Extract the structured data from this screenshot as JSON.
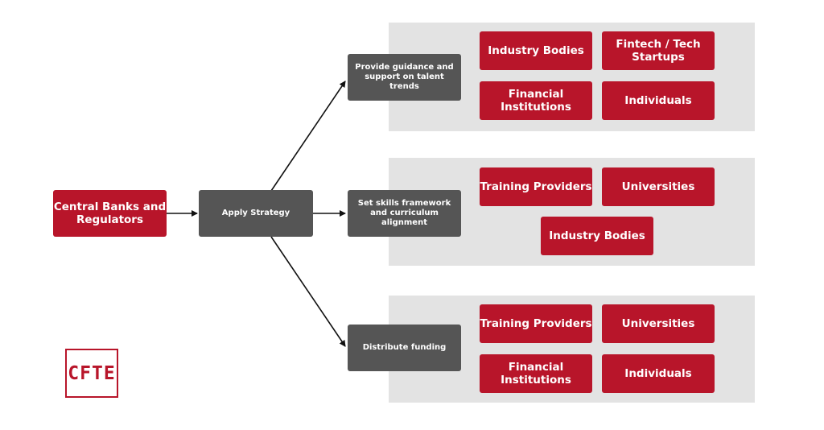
{
  "colors": {
    "accent": "#b8152a",
    "step": "#555555",
    "panel": "#e3e3e3"
  },
  "logo": {
    "text": "CFTE"
  },
  "start": {
    "label": "Central Banks and Regulators"
  },
  "strategy": {
    "label": "Apply Strategy"
  },
  "actions": [
    {
      "label": "Provide guidance and support on talent trends"
    },
    {
      "label": "Set skills framework and curriculum alignment"
    },
    {
      "label": "Distribute funding"
    }
  ],
  "groups": [
    {
      "items": [
        "Industry Bodies",
        "Fintech / Tech Startups",
        "Financial Institutions",
        "Individuals"
      ]
    },
    {
      "items": [
        "Training Providers",
        "Universities",
        "Industry Bodies"
      ]
    },
    {
      "items": [
        "Training Providers",
        "Universities",
        "Financial Institutions",
        "Individuals"
      ]
    }
  ]
}
